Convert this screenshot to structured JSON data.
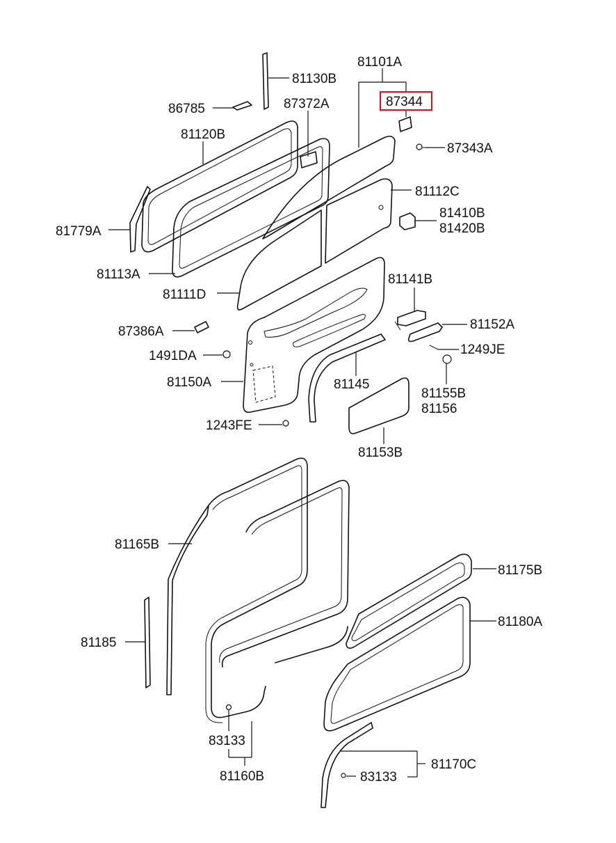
{
  "labels": {
    "p81101A": "81101A",
    "p81130B": "81130B",
    "p86785": "86785",
    "p87372A": "87372A",
    "p87344": "87344",
    "p81120B": "81120B",
    "p87343A": "87343A",
    "p81112C": "81112C",
    "p81779A": "81779A",
    "p81410B": "81410B",
    "p81420B": "81420B",
    "p81113A": "81113A",
    "p81141B": "81141B",
    "p81111D": "81111D",
    "p81152A": "81152A",
    "p87386A": "87386A",
    "p1249JE": "1249JE",
    "p1491DA": "1491DA",
    "p81150A": "81150A",
    "p81145": "81145",
    "p81155B": "81155B",
    "p81156": "81156",
    "p1243FE": "1243FE",
    "p81153B": "81153B",
    "p81165B": "81165B",
    "p81175B": "81175B",
    "p81180A": "81180A",
    "p81185": "81185",
    "p83133a": "83133",
    "p81160B": "81160B",
    "p81170C": "81170C",
    "p83133b": "83133"
  },
  "highlight": {
    "part": "87344",
    "color": "#e01010"
  }
}
